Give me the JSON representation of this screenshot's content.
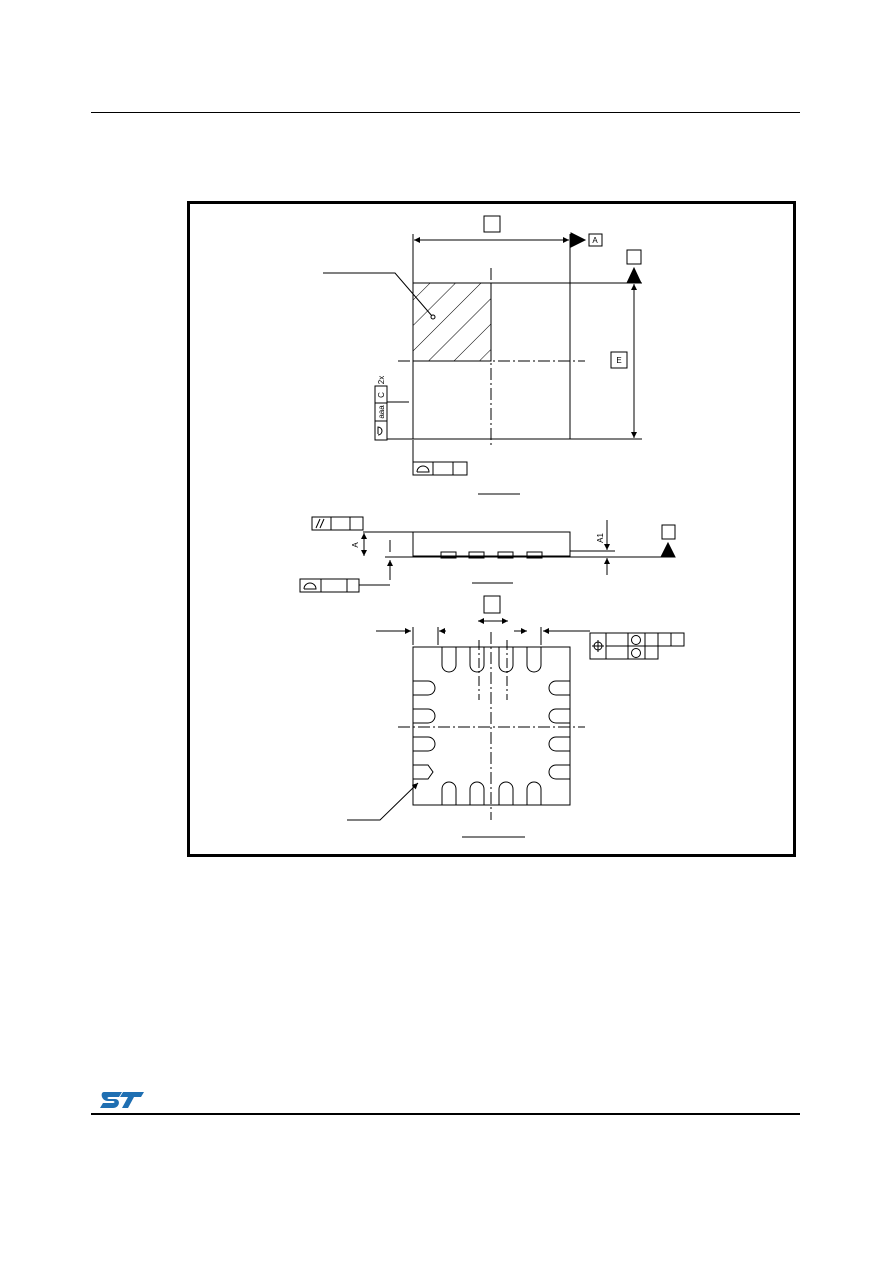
{
  "drawing": {
    "dimension_labels": {
      "a": "A",
      "e": "E",
      "a1": "A1",
      "aaa": "aaa",
      "c": "C",
      "two_x": "2x",
      "a_datum_height": "A"
    }
  },
  "colors": {
    "line": "#000000",
    "logo_blue": "#1f6fb2",
    "background": "#ffffff"
  },
  "logo": {
    "icon": "st-logo-icon"
  }
}
